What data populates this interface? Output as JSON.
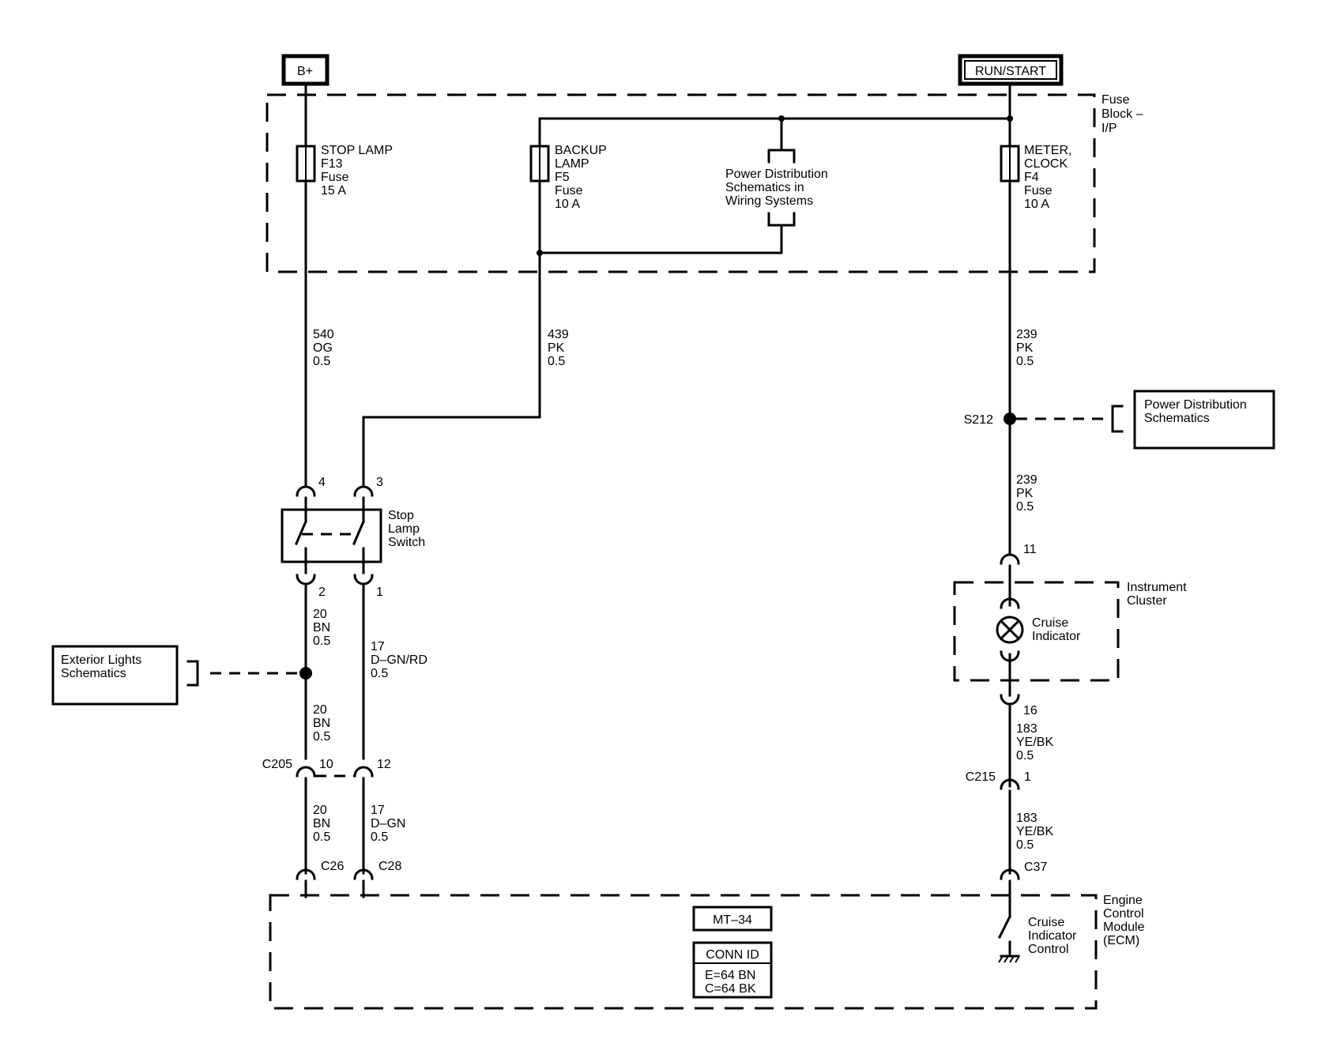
{
  "power": {
    "b_plus": "B+",
    "run_start": "RUN/START"
  },
  "fuse_block": {
    "l1": "Fuse",
    "l2": "Block –",
    "l3": "I/P"
  },
  "fuse_f13": {
    "l1": "STOP LAMP",
    "l2": "F13",
    "l3": "Fuse",
    "l4": "15 A"
  },
  "fuse_f5": {
    "l1": "BACKUP",
    "l2": "LAMP",
    "l3": "F5",
    "l4": "Fuse",
    "l5": "10 A"
  },
  "fuse_f4": {
    "l1": "METER,",
    "l2": "CLOCK",
    "l3": "F4",
    "l4": "Fuse",
    "l5": "10 A"
  },
  "power_dist_inner": {
    "l1": "Power Distribution",
    "l2": "Schematics in",
    "l3": "Wiring Systems"
  },
  "power_dist_ref": {
    "l1": "Power Distribution",
    "l2": "Schematics"
  },
  "exterior_ref": {
    "l1": "Exterior Lights",
    "l2": "Schematics"
  },
  "wires": {
    "w540": {
      "n": "540",
      "c": "OG",
      "s": "0.5"
    },
    "w439": {
      "n": "439",
      "c": "PK",
      "s": "0.5"
    },
    "w239a": {
      "n": "239",
      "c": "PK",
      "s": "0.5"
    },
    "w239b": {
      "n": "239",
      "c": "PK",
      "s": "0.5"
    },
    "w20a": {
      "n": "20",
      "c": "BN",
      "s": "0.5"
    },
    "w20b": {
      "n": "20",
      "c": "BN",
      "s": "0.5"
    },
    "w20c": {
      "n": "20",
      "c": "BN",
      "s": "0.5"
    },
    "w17a": {
      "n": "17",
      "c": "D–GN/RD",
      "s": "0.5"
    },
    "w17b": {
      "n": "17",
      "c": "D–GN",
      "s": "0.5"
    },
    "w183a": {
      "n": "183",
      "c": "YE/BK",
      "s": "0.5"
    },
    "w183b": {
      "n": "183",
      "c": "YE/BK",
      "s": "0.5"
    }
  },
  "splice": {
    "s212": "S212"
  },
  "switch": {
    "l1": "Stop",
    "l2": "Lamp",
    "l3": "Switch",
    "p4": "4",
    "p3": "3",
    "p2": "2",
    "p1": "1"
  },
  "cluster": {
    "l1": "Instrument",
    "l2": "Cluster",
    "pin11": "11",
    "pin16": "16",
    "ind1": "Cruise",
    "ind2": "Indicator"
  },
  "connectors": {
    "c205": "C205",
    "c205_p10": "10",
    "c205_p12": "12",
    "c215": "C215",
    "c215_p1": "1",
    "c26": "C26",
    "c28": "C28",
    "c37": "C37"
  },
  "ecm": {
    "l1": "Engine",
    "l2": "Control",
    "l3": "Module",
    "l4": "(ECM)",
    "mt": "MT–34",
    "conn_id": "CONN ID",
    "e": "E=64 BN",
    "c": "C=64 BK",
    "ctrl1": "Cruise",
    "ctrl2": "Indicator",
    "ctrl3": "Control"
  }
}
